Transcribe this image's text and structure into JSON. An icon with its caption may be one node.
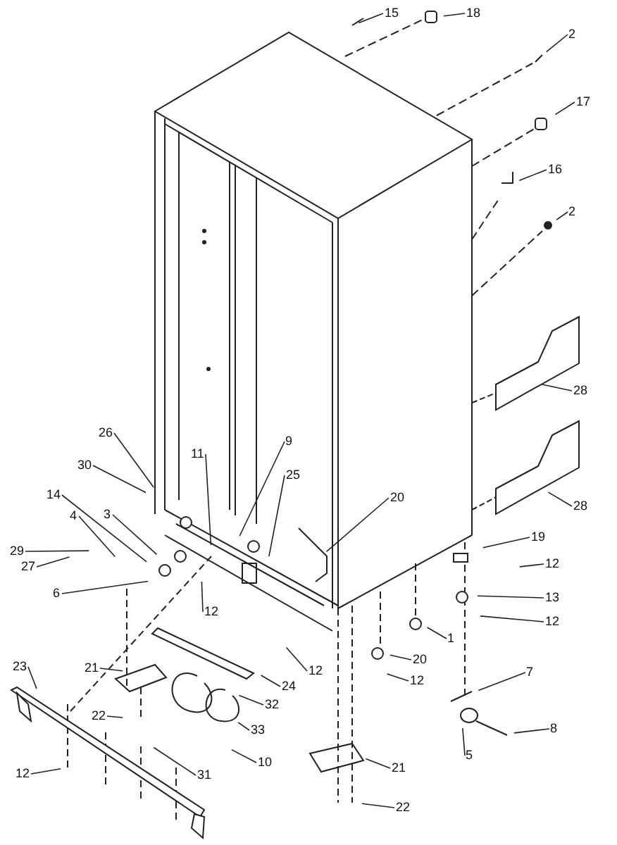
{
  "diagram": {
    "nodes": [
      {
        "text": [
          "15"
        ]
      },
      {
        "text": [
          "18"
        ]
      },
      {
        "text": [
          "2"
        ]
      },
      {
        "text": [
          "17"
        ]
      },
      {
        "text": [
          "16"
        ]
      },
      {
        "text": [
          "2"
        ]
      },
      {
        "text": [
          "28"
        ]
      },
      {
        "text": [
          "26"
        ]
      },
      {
        "text": [
          "9"
        ]
      },
      {
        "text": [
          "11"
        ]
      },
      {
        "text": [
          "30"
        ]
      },
      {
        "text": [
          "25"
        ]
      },
      {
        "text": [
          "14"
        ]
      },
      {
        "text": [
          "20"
        ]
      },
      {
        "text": [
          "3"
        ]
      },
      {
        "text": [
          "28"
        ]
      },
      {
        "text": [
          "4"
        ]
      },
      {
        "text": [
          "19"
        ]
      },
      {
        "text": [
          "29"
        ]
      },
      {
        "text": [
          "12"
        ]
      },
      {
        "text": [
          "27"
        ]
      },
      {
        "text": [
          "6"
        ]
      },
      {
        "text": [
          "13"
        ]
      },
      {
        "text": [
          "12"
        ]
      },
      {
        "text": [
          "12"
        ]
      },
      {
        "text": [
          "1"
        ]
      },
      {
        "text": [
          "20"
        ]
      },
      {
        "text": [
          "23"
        ]
      },
      {
        "text": [
          "12"
        ]
      },
      {
        "text": [
          "21"
        ]
      },
      {
        "text": [
          "7"
        ]
      },
      {
        "text": [
          "12"
        ]
      },
      {
        "text": [
          "24"
        ]
      },
      {
        "text": [
          "32"
        ]
      },
      {
        "text": [
          "22"
        ]
      },
      {
        "text": [
          "8"
        ]
      },
      {
        "text": [
          "33"
        ]
      },
      {
        "text": [
          "5"
        ]
      },
      {
        "text": [
          "10"
        ]
      },
      {
        "text": [
          "21"
        ]
      },
      {
        "text": [
          "12"
        ]
      },
      {
        "text": [
          "31"
        ]
      },
      {
        "text": [
          "22"
        ]
      },
      {
        "text": [],
        "shape": "bar"
      }
    ],
    "edges": [
      {
        "from": 0,
        "to": null,
        "arrow": "none"
      },
      {
        "from": 1,
        "to": null,
        "arrow": "none"
      },
      {
        "from": 2,
        "to": null,
        "arrow": "none"
      },
      {
        "from": 3,
        "to": null,
        "arrow": "none"
      },
      {
        "from": 4,
        "to": null,
        "arrow": "none"
      },
      {
        "from": 5,
        "to": null,
        "arrow": "none"
      },
      {
        "from": 6,
        "to": null,
        "arrow": "none"
      },
      {
        "from": 7,
        "to": null,
        "arrow": "none"
      },
      {
        "from": 8,
        "to": null,
        "arrow": "none"
      },
      {
        "from": 9,
        "to": null,
        "arrow": "none"
      },
      {
        "from": 10,
        "to": null,
        "arrow": "none"
      },
      {
        "from": 11,
        "to": null,
        "arrow": "none"
      },
      {
        "from": 12,
        "to": null,
        "arrow": "none"
      },
      {
        "from": 13,
        "to": null,
        "arrow": "none"
      },
      {
        "from": 14,
        "to": null,
        "arrow": "none"
      },
      {
        "from": 15,
        "to": null,
        "arrow": "none"
      },
      {
        "from": 16,
        "to": null,
        "arrow": "none"
      },
      {
        "from": 17,
        "to": null,
        "arrow": "none"
      },
      {
        "from": 18,
        "to": null,
        "arrow": "none"
      },
      {
        "from": 19,
        "to": null,
        "arrow": "none"
      },
      {
        "from": 20,
        "to": null,
        "arrow": "none"
      },
      {
        "from": 21,
        "to": null,
        "arrow": "none"
      },
      {
        "from": 22,
        "to": null,
        "arrow": "none"
      },
      {
        "from": 23,
        "to": null,
        "arrow": "none"
      },
      {
        "from": 24,
        "to": null,
        "arrow": "none"
      },
      {
        "from": 25,
        "to": null,
        "arrow": "none"
      },
      {
        "from": 26,
        "to": null,
        "arrow": "none"
      },
      {
        "from": 27,
        "to": 43,
        "arrow": "none"
      },
      {
        "from": 28,
        "to": null,
        "arrow": "none"
      },
      {
        "from": 29,
        "to": null,
        "arrow": "none"
      },
      {
        "from": 30,
        "to": null,
        "arrow": "none"
      },
      {
        "from": 31,
        "to": null,
        "arrow": "none"
      },
      {
        "from": 32,
        "to": null,
        "arrow": "none"
      },
      {
        "from": 33,
        "to": null,
        "arrow": "none"
      },
      {
        "from": 34,
        "to": null,
        "arrow": "none"
      },
      {
        "from": 35,
        "to": null,
        "arrow": "none"
      },
      {
        "from": 36,
        "to": null,
        "arrow": "none"
      },
      {
        "from": 37,
        "to": null,
        "arrow": "none"
      },
      {
        "from": 38,
        "to": null,
        "arrow": "none"
      },
      {
        "from": 39,
        "to": null,
        "arrow": "none"
      },
      {
        "from": 40,
        "to": null,
        "arrow": "none"
      },
      {
        "from": 41,
        "to": null,
        "arrow": "none"
      },
      {
        "from": 42,
        "to": null,
        "arrow": "none"
      }
    ]
  }
}
